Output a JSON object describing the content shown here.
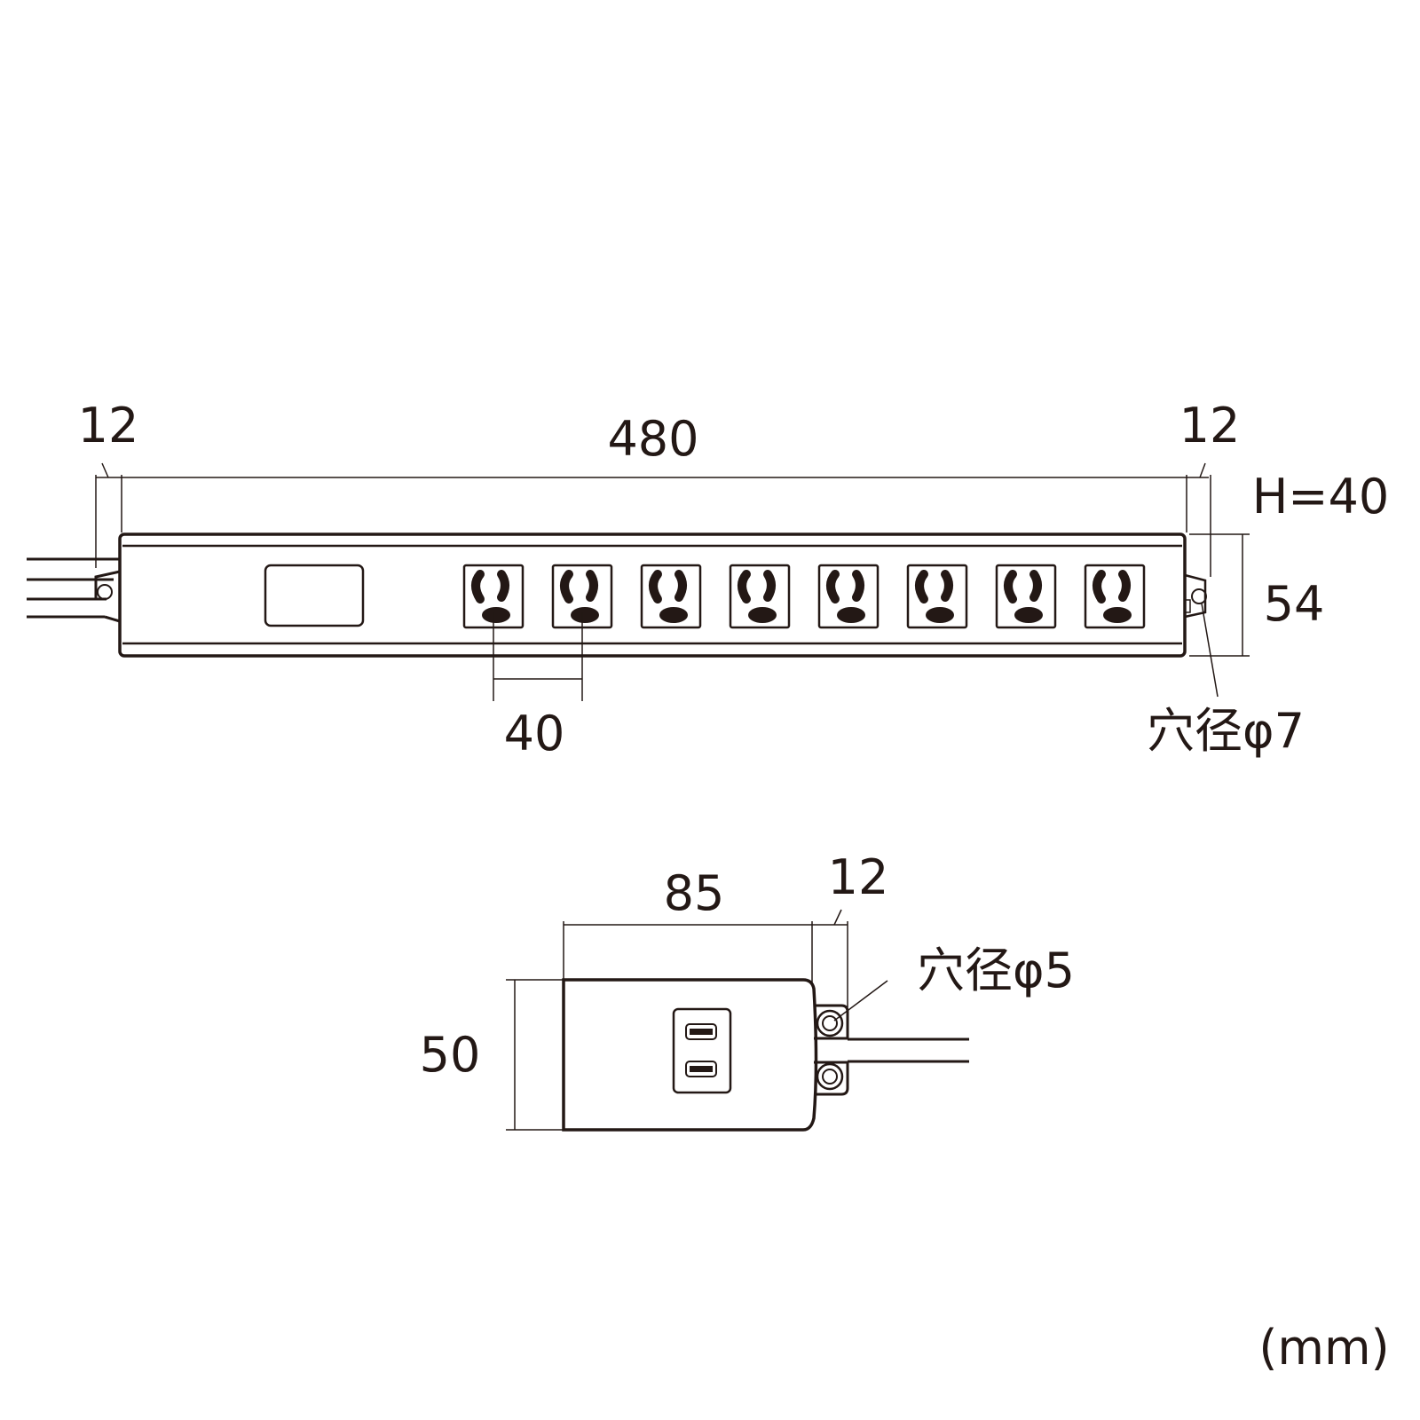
{
  "colors": {
    "ink": "#231815",
    "background": "#ffffff"
  },
  "top_view": {
    "left_flange": "12",
    "body_length": "480",
    "right_flange": "12",
    "height": "H=40",
    "width": "54",
    "outlet_pitch": "40",
    "hole": "穴径φ7",
    "outlet_count": 8
  },
  "side_unit": {
    "length": "85",
    "flange": "12",
    "hole": "穴径φ5",
    "width": "50"
  },
  "unit": "(mm)"
}
